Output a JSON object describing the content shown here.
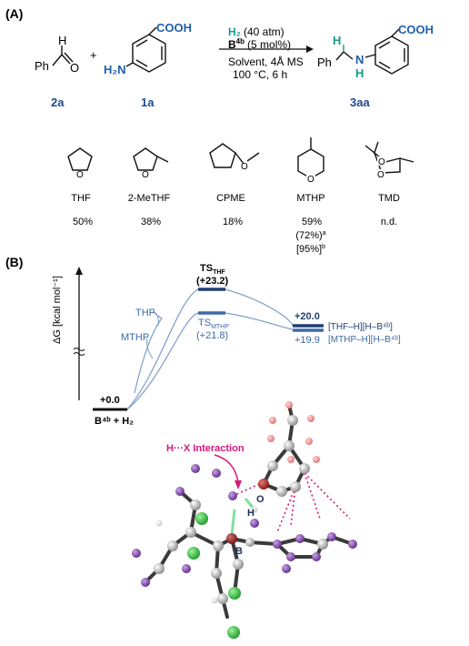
{
  "panelA": {
    "label": "(A)",
    "aldehyde": {
      "atom_h": "H",
      "atom_o": "O",
      "ph": "Ph",
      "id": "2a"
    },
    "plus": "+",
    "aniline": {
      "nh2": "H₂N",
      "cooh": "COOH",
      "id": "1a"
    },
    "conditions": {
      "h2": "H₂",
      "pressure": "(40 atm)",
      "cat": "B",
      "cat_sup": "4b",
      "loading": "(5 mol%)",
      "line3": "Solvent, 4Å MS",
      "line4": "100 °C, 6 h"
    },
    "product": {
      "ph": "Ph",
      "h": "H",
      "nh_n": "N",
      "nh_h": "H",
      "cooh": "COOH",
      "id": "3aa"
    },
    "solvents": [
      {
        "name": "THF",
        "yield": "50%"
      },
      {
        "name": "2-MeTHF",
        "yield": "38%"
      },
      {
        "name": "CPME",
        "yield": "18%"
      },
      {
        "name": "MTHP",
        "yield": "59%",
        "yield2": "(72%)",
        "sup2": "a",
        "yield3": "[95%]",
        "sup3": "b"
      },
      {
        "name": "TMD",
        "yield": "n.d."
      }
    ],
    "cpme_o": "O",
    "ring_o": "O"
  },
  "panelB": {
    "label": "(B)",
    "axis_label": "ΔG [kcal mol⁻¹]",
    "start_value": "+0.0",
    "start_label": "B⁴ᵇ + H₂",
    "ts_thf_label": "TS",
    "ts_thf_sub": "THF",
    "ts_thf_value": "(+23.2)",
    "ts_mthp_label": "TS",
    "ts_mthp_sub": "MTHP",
    "ts_mthp_value": "(+21.8)",
    "thf_curve_label": "THF",
    "mthp_curve_label": "MTHP",
    "end_thf_value": "+20.0",
    "end_mthp_value": "+19.9",
    "end_thf_label": "[THF–H][H–B⁴ᵇ]",
    "end_mthp_label": "[MTHP–H][H–B⁴ᵇ]",
    "colors": {
      "thf": "#1f3f70",
      "mthp": "#3d6aa8",
      "curve": "#7d9cc8"
    }
  },
  "model": {
    "interaction_label": "H···X Interaction",
    "atom_o": "O",
    "atom_h": "H",
    "atom_b": "B",
    "colors": {
      "interaction": "#d6187a",
      "carbon": "#b8b8b8",
      "fluorine": "#7a3fa8",
      "chlorine": "#2ecc40",
      "oxygen": "#b81a1a"
    }
  }
}
